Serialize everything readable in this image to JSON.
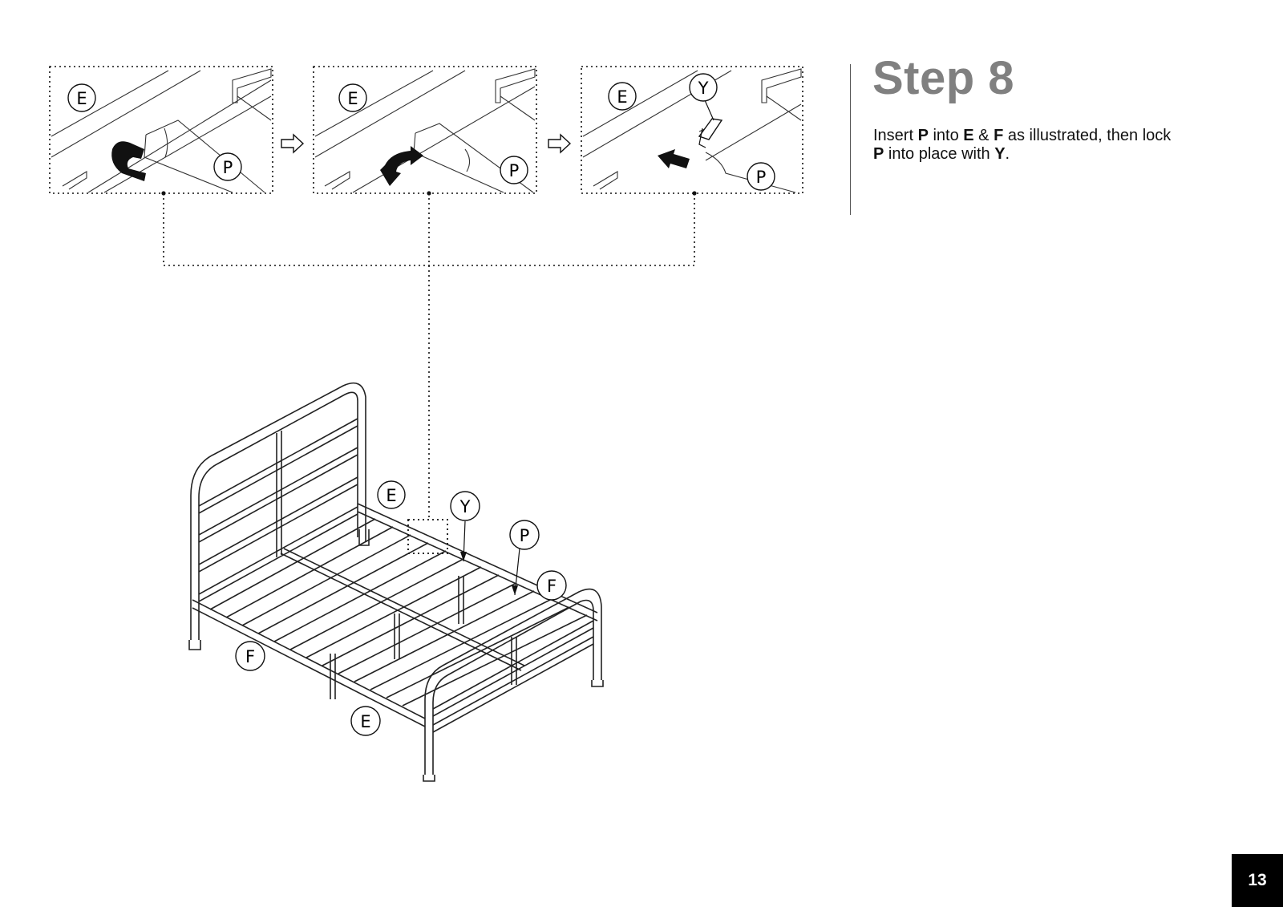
{
  "step": {
    "title": "Step 8"
  },
  "instruction": {
    "t1": "Insert ",
    "b1": "P",
    "t2": " into ",
    "b2": "E",
    "t3": " & ",
    "b3": "F",
    "t4": " as illustrated, then lock",
    "b4": "P",
    "t5": " into place with ",
    "b5": "Y",
    "t6": "."
  },
  "callouts": {
    "detail1_e": "E",
    "detail1_p": "P",
    "detail2_e": "E",
    "detail2_p": "P",
    "detail3_e": "E",
    "detail3_y": "Y",
    "detail3_p": "P",
    "main_e_top": "E",
    "main_y": "Y",
    "main_p": "P",
    "main_f_right": "F",
    "main_f_left": "F",
    "main_e_bottom": "E"
  },
  "page": {
    "number": "13"
  },
  "colors": {
    "title_gray": "#808080",
    "badge_bg": "#000000",
    "line": "#111111"
  }
}
